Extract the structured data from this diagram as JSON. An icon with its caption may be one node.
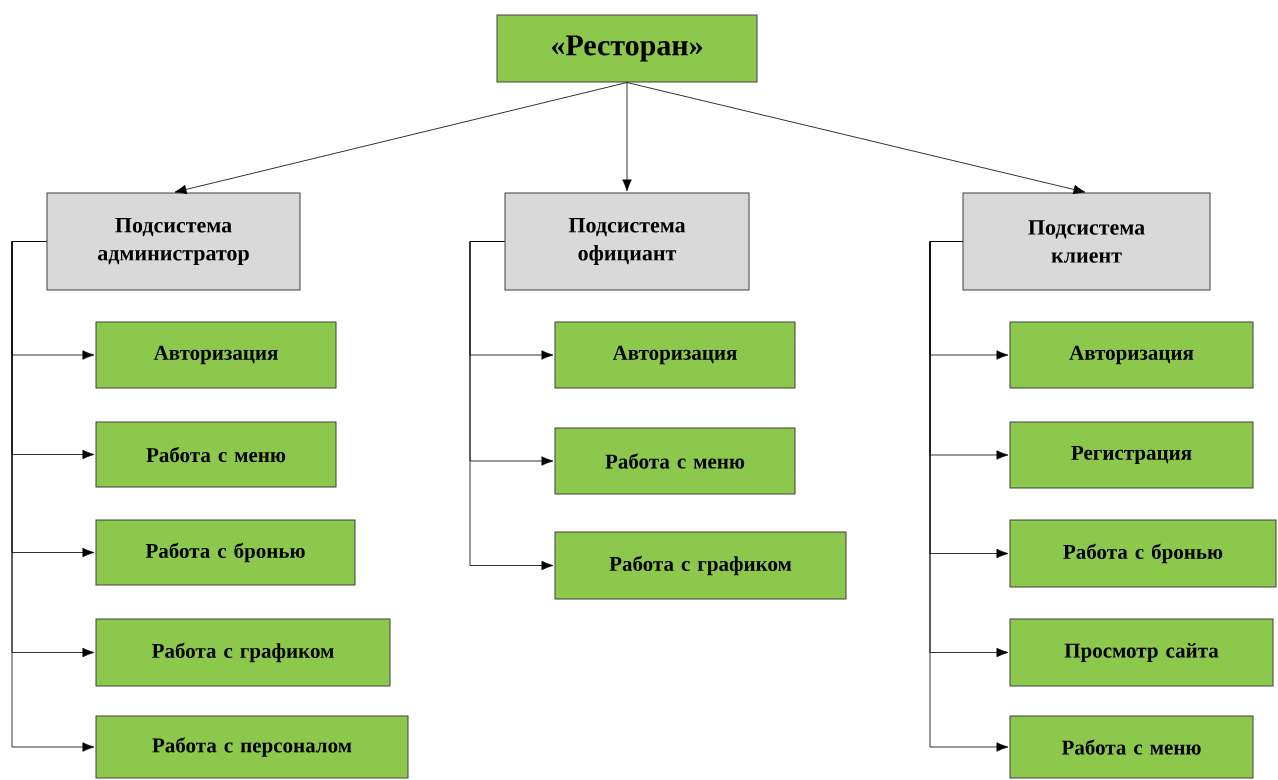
{
  "diagram": {
    "nodes": [
      {
        "text": [
          "«Ресторан»"
        ]
      },
      {
        "text": [
          "Подсистема администратор"
        ]
      },
      {
        "text": [
          "Подсистема официант"
        ]
      },
      {
        "text": [
          "Подсистема клиент"
        ]
      },
      {
        "text": [
          "Авторизация"
        ]
      },
      {
        "text": [
          "Работа с меню"
        ]
      },
      {
        "text": [
          "Работа с бронью"
        ]
      },
      {
        "text": [
          "Работа с графиком"
        ]
      },
      {
        "text": [
          "Работа с персоналом"
        ]
      },
      {
        "text": [
          "Авторизация"
        ]
      },
      {
        "text": [
          "Работа с меню"
        ]
      },
      {
        "text": [
          "Работа с графиком"
        ]
      },
      {
        "text": [
          "Авторизация"
        ]
      },
      {
        "text": [
          "Регистрация"
        ]
      },
      {
        "text": [
          "Работа с бронью"
        ]
      },
      {
        "text": [
          "Просмотр сайта"
        ]
      },
      {
        "text": [
          "Работа с меню"
        ]
      }
    ],
    "edges": [
      {
        "from": 0,
        "to": 1,
        "arrow": "to"
      },
      {
        "from": 0,
        "to": 2,
        "arrow": "to"
      },
      {
        "from": 0,
        "to": 3,
        "arrow": "to"
      },
      {
        "from": 1,
        "to": 4,
        "arrow": "to"
      },
      {
        "from": 1,
        "to": 5,
        "arrow": "to"
      },
      {
        "from": 1,
        "to": 6,
        "arrow": "to"
      },
      {
        "from": 1,
        "to": 7,
        "arrow": "to"
      },
      {
        "from": 1,
        "to": 8,
        "arrow": "to"
      },
      {
        "from": 2,
        "to": 9,
        "arrow": "to"
      },
      {
        "from": 2,
        "to": 10,
        "arrow": "to"
      },
      {
        "from": 2,
        "to": 11,
        "arrow": "to"
      },
      {
        "from": 3,
        "to": 12,
        "arrow": "to"
      },
      {
        "from": 3,
        "to": 13,
        "arrow": "to"
      },
      {
        "from": 3,
        "to": 14,
        "arrow": "to"
      },
      {
        "from": 3,
        "to": 15,
        "arrow": "to"
      },
      {
        "from": 3,
        "to": 16,
        "arrow": "to"
      }
    ]
  }
}
